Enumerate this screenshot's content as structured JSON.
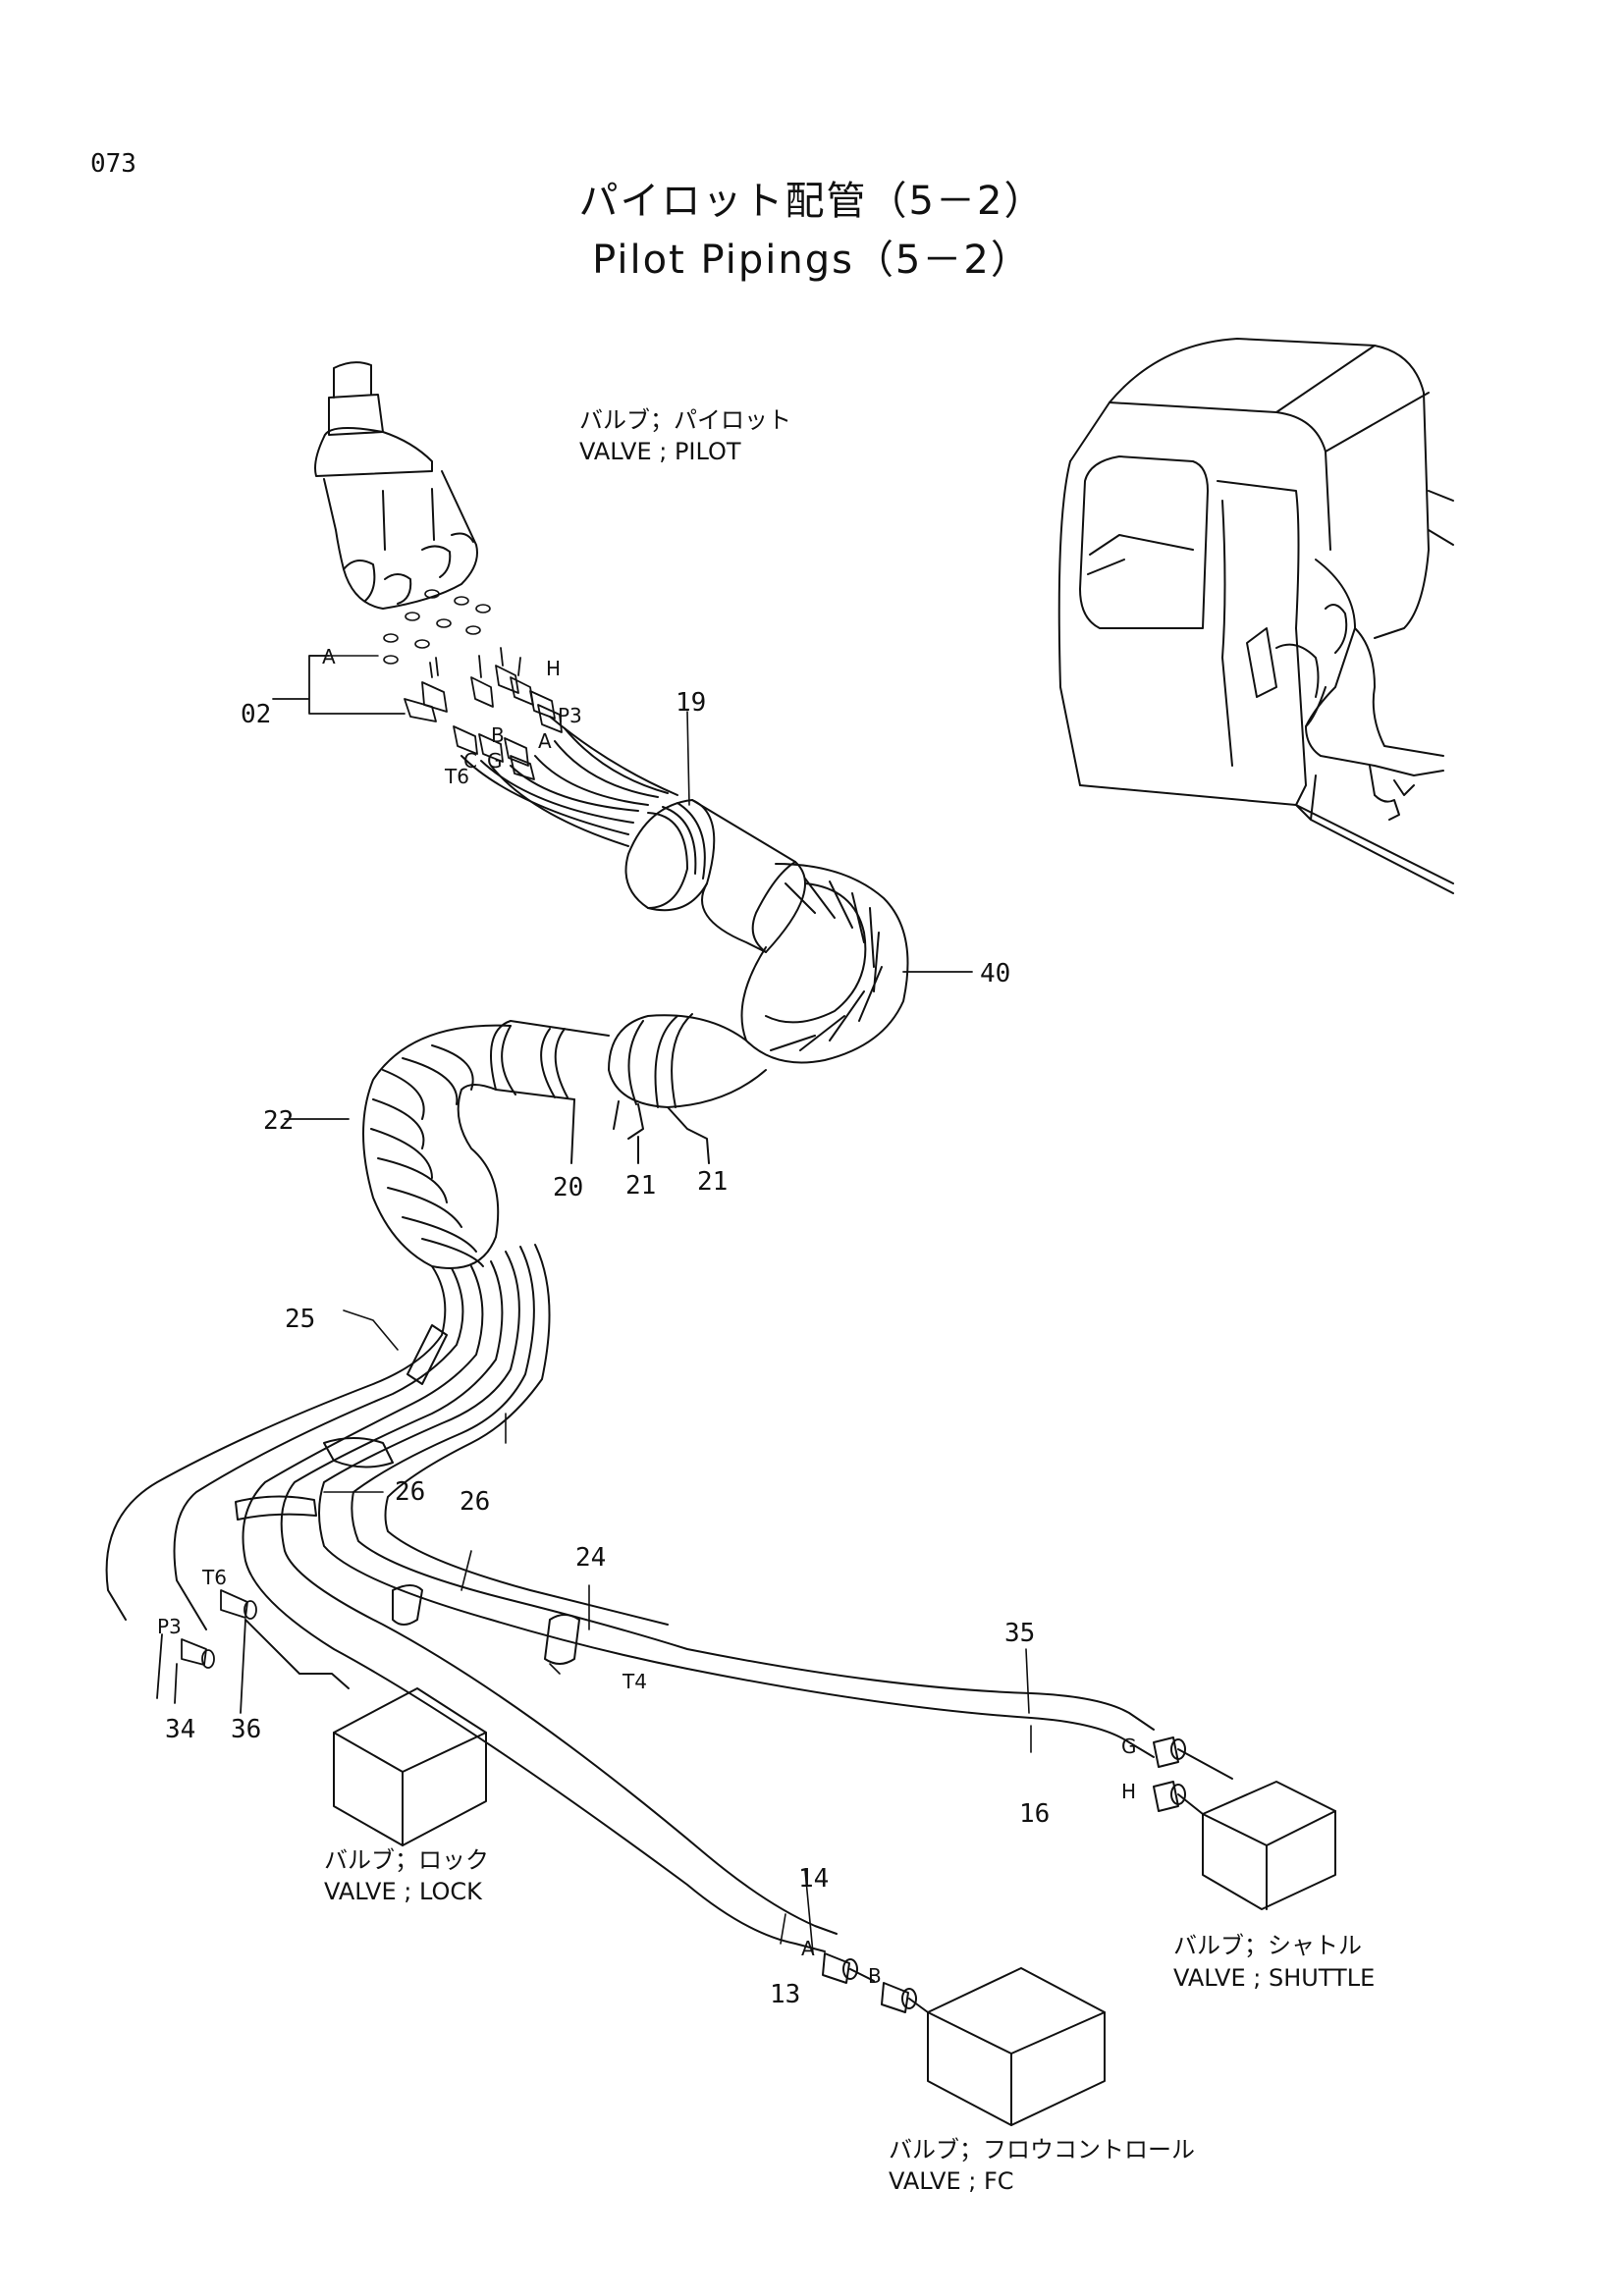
{
  "page_number": "073",
  "title": {
    "jp": "パイロット配管（5－2）",
    "en": "Pilot Pipings（5－2）"
  },
  "components": {
    "pilot_valve": {
      "jp": "バルブ；パイロット",
      "en": "VALVE ; PILOT"
    },
    "lock_valve": {
      "jp": "バルブ；ロック",
      "en": "VALVE ; LOCK"
    },
    "shuttle_valve": {
      "jp": "バルブ；シャトル",
      "en": "VALVE ; SHUTTLE"
    },
    "fc_valve": {
      "jp": "バルブ；フロウコントロール",
      "en": "VALVE ; FC"
    }
  },
  "part_numbers": {
    "p02": "02",
    "p19": "19",
    "p40": "40",
    "p22": "22",
    "p20": "20",
    "p21a": "21",
    "p21b": "21",
    "p25": "25",
    "p26a": "26",
    "p26b": "26",
    "p24": "24",
    "p35": "35",
    "p16": "16",
    "p34": "34",
    "p36": "36",
    "p14": "14",
    "p13": "13"
  },
  "port_labels": {
    "A_top": "A",
    "H_top": "H",
    "P3_top": "P3",
    "B_top": "B",
    "A_mid": "A",
    "C_top": "C",
    "G_top": "G",
    "T6_top": "T6",
    "T6_low": "T6",
    "P3_low": "P3",
    "T4": "T4",
    "G_right": "G",
    "H_right": "H",
    "A_fc": "A",
    "B_fc": "B"
  },
  "colors": {
    "line": "#111111",
    "background": "#ffffff"
  }
}
